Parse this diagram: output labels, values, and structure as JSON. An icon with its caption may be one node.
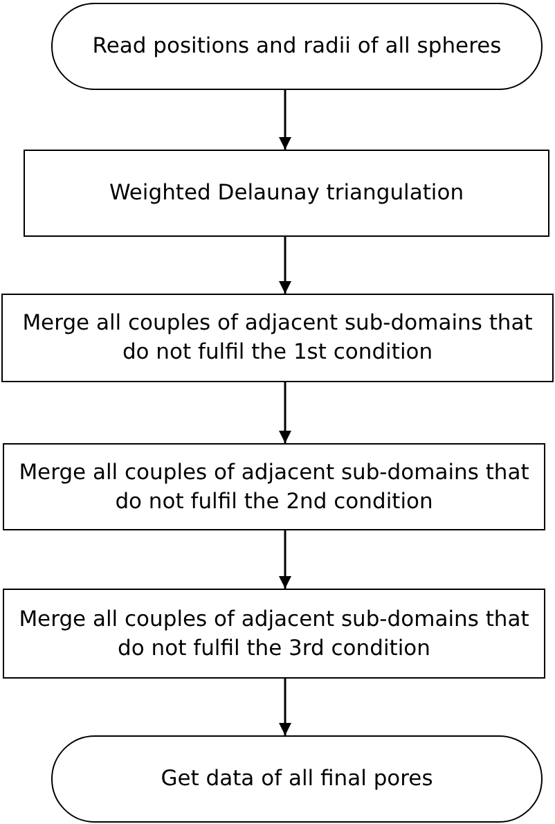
{
  "diagram": {
    "nodes": [
      {
        "text": [
          "Read positions and radii of all spheres"
        ]
      },
      {
        "text": [
          "Weighted Delaunay triangulation"
        ]
      },
      {
        "text": [
          "Merge all couples of adjacent sub-domains that do not fulfil the 1st condition"
        ]
      },
      {
        "text": [
          "Merge all couples of adjacent sub-domains that do not fulfil the 2nd condition"
        ]
      },
      {
        "text": [
          "Merge all couples of adjacent sub-domains that do not fulfil the 3rd condition"
        ]
      },
      {
        "text": [
          "Get data of all final pores"
        ]
      }
    ],
    "edges": [
      {
        "from": 0,
        "to": 1,
        "arrow": "to"
      },
      {
        "from": 1,
        "to": 2,
        "arrow": "to"
      },
      {
        "from": 2,
        "to": 3,
        "arrow": "to"
      },
      {
        "from": 3,
        "to": 4,
        "arrow": "to"
      },
      {
        "from": 4,
        "to": 5,
        "arrow": "to"
      }
    ]
  }
}
